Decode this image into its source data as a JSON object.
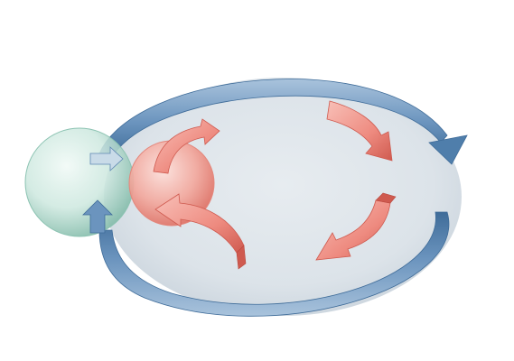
{
  "diagram": {
    "kind": "cycle-diagram",
    "labels": [],
    "colors": {
      "background": "#ffffff",
      "disc_fill": "#dde3e8",
      "disc_edge": "#c9d3dc",
      "outer_arrow": "#6b94be",
      "outer_arrow_light": "#a9c3dc",
      "outer_arrow_dark": "#3f6c99",
      "inner_arrow": "#ee8b80",
      "inner_arrow_light": "#f8c0b8",
      "inner_arrow_dark": "#cf5a4f",
      "green_sphere": "#bfe0d5",
      "green_sphere_dark": "#7fb9a7",
      "red_sphere": "#f39b90",
      "red_sphere_dark": "#dd6e62"
    },
    "elements": [
      {
        "id": "central-disc",
        "shape": "ellipse"
      },
      {
        "id": "outer-arrow-top",
        "shape": "curved-arrow",
        "direction": "clockwise"
      },
      {
        "id": "outer-arrow-bottom",
        "shape": "curved-arrow",
        "direction": "clockwise"
      },
      {
        "id": "green-sphere",
        "shape": "sphere"
      },
      {
        "id": "red-sphere",
        "shape": "sphere"
      },
      {
        "id": "inner-arrow-top-left",
        "shape": "curved-arrow",
        "direction": "up-right"
      },
      {
        "id": "inner-arrow-bottom-left",
        "shape": "curved-arrow",
        "direction": "up-left"
      },
      {
        "id": "inner-arrow-top-right",
        "shape": "curved-arrow",
        "direction": "down-right"
      },
      {
        "id": "inner-arrow-bottom-right",
        "shape": "curved-arrow",
        "direction": "down-left"
      },
      {
        "id": "connector-arrow-upper",
        "shape": "small-arrow",
        "direction": "right"
      },
      {
        "id": "connector-arrow-lower",
        "shape": "small-arrow",
        "direction": "up"
      }
    ]
  }
}
